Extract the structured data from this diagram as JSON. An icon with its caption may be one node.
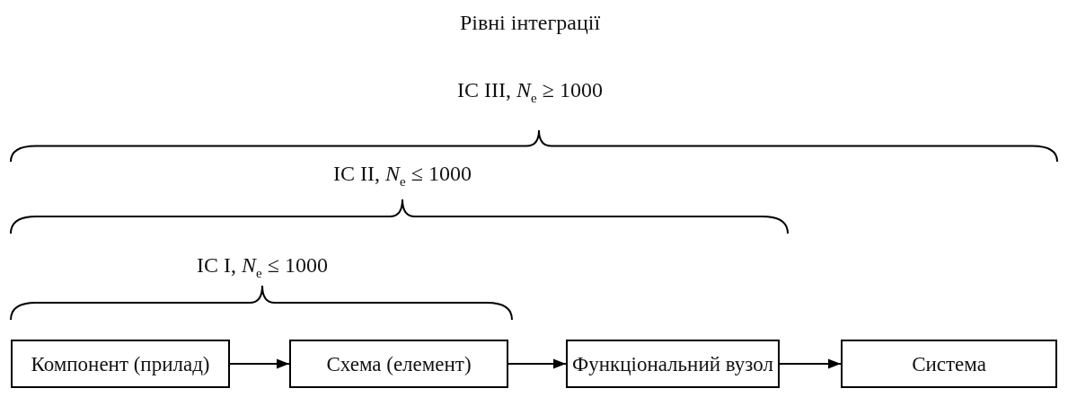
{
  "diagram": {
    "title": "Рівні інтеграції",
    "nodes": [
      {
        "text": [
          "Компонент (прилад)"
        ]
      },
      {
        "text": [
          "Схема (елемент)"
        ]
      },
      {
        "text": [
          "Функціональний вузол"
        ]
      },
      {
        "text": [
          "Система"
        ]
      }
    ],
    "edges": [
      {
        "from": 0,
        "to": 1,
        "arrow": "to"
      },
      {
        "from": 1,
        "to": 2,
        "arrow": "to"
      },
      {
        "from": 2,
        "to": 3,
        "arrow": "to"
      }
    ],
    "labels": [
      "IC III, *N*$_{e}$ ≥ 1000",
      "IC II, *N*$_{e}$ ≤ 1000",
      "IC I, *N*$_{e}$ ≤ 1000"
    ]
  }
}
